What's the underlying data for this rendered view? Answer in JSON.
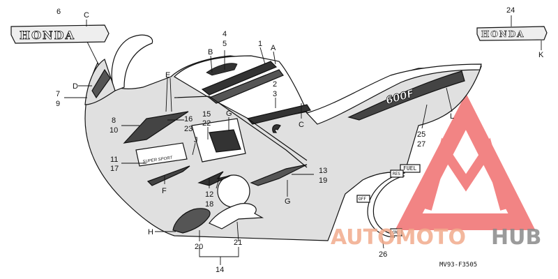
{
  "diagram": {
    "brand_left": "HONDA",
    "brand_right": "HONDA",
    "model_emblem": "600F",
    "super_sport": "SUPER SPORT",
    "fuel": "FUEL",
    "res": "RES",
    "off": "OFF",
    "on": "ON",
    "code": "MV93-F3505"
  },
  "callouts": [
    {
      "id": "c6",
      "text": "6"
    },
    {
      "id": "cC1",
      "text": "C"
    },
    {
      "id": "c4",
      "text": "4"
    },
    {
      "id": "c5",
      "text": "5"
    },
    {
      "id": "cB",
      "text": "B"
    },
    {
      "id": "c1",
      "text": "1"
    },
    {
      "id": "cA",
      "text": "A"
    },
    {
      "id": "cD",
      "text": "D"
    },
    {
      "id": "c7",
      "text": "7"
    },
    {
      "id": "c9",
      "text": "9"
    },
    {
      "id": "cE",
      "text": "E"
    },
    {
      "id": "c2",
      "text": "2"
    },
    {
      "id": "c3",
      "text": "3"
    },
    {
      "id": "c8",
      "text": "8"
    },
    {
      "id": "c10",
      "text": "10"
    },
    {
      "id": "c16",
      "text": "16"
    },
    {
      "id": "c23",
      "text": "23"
    },
    {
      "id": "c15",
      "text": "15"
    },
    {
      "id": "c22",
      "text": "22"
    },
    {
      "id": "cG1",
      "text": "G"
    },
    {
      "id": "cC2",
      "text": "C"
    },
    {
      "id": "cJ",
      "text": "J"
    },
    {
      "id": "c11",
      "text": "11"
    },
    {
      "id": "c17",
      "text": "17"
    },
    {
      "id": "cF",
      "text": "F"
    },
    {
      "id": "c12",
      "text": "12"
    },
    {
      "id": "c18",
      "text": "18"
    },
    {
      "id": "c13",
      "text": "13"
    },
    {
      "id": "c19",
      "text": "19"
    },
    {
      "id": "cG2",
      "text": "G"
    },
    {
      "id": "cH",
      "text": "H"
    },
    {
      "id": "c20",
      "text": "20"
    },
    {
      "id": "c21",
      "text": "21"
    },
    {
      "id": "c14",
      "text": "14"
    },
    {
      "id": "c24",
      "text": "24"
    },
    {
      "id": "cK",
      "text": "K"
    },
    {
      "id": "c25",
      "text": "25"
    },
    {
      "id": "c27",
      "text": "27"
    },
    {
      "id": "cL",
      "text": "L"
    },
    {
      "id": "c26",
      "text": "26"
    }
  ],
  "watermark": {
    "part1": "AUTOMOTO",
    "part2": "HUB",
    "color1": "#f2ab8c",
    "color2": "#8a8a8a",
    "logo_color": "#ee5c5c"
  }
}
